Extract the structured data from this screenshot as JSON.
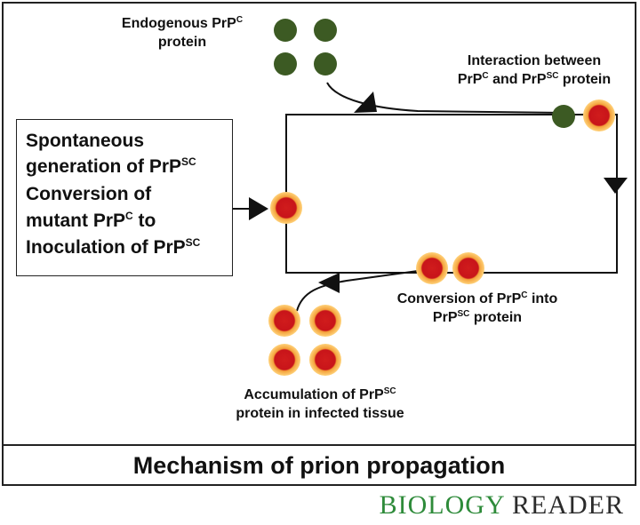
{
  "labels": {
    "endogenous_l1": "Endogenous PrP",
    "endogenous_sup": "C",
    "endogenous_l2": "protein",
    "interaction_l1": "Interaction between",
    "interaction_l2a": "PrP",
    "interaction_l2a_sup": "C",
    "interaction_l2b": " and PrP",
    "interaction_l2b_sup": "SC",
    "interaction_l2c": " protein",
    "conversion_l1a": "Conversion of PrP",
    "conversion_l1a_sup": "C",
    "conversion_l1b": " into",
    "conversion_l2a": "PrP",
    "conversion_l2a_sup": "SC",
    "conversion_l2b": " protein",
    "accumulation_l1a": "Accumulation of PrP",
    "accumulation_l1a_sup": "SC",
    "accumulation_l2": "protein in infected tissue"
  },
  "left_box": {
    "line1": "Spontaneous",
    "line2a": "generation of PrP",
    "line2_sup": "SC",
    "line3": "Conversion of",
    "line4a": "mutant PrP",
    "line4_sup": "C",
    "line4b": " to",
    "line5a": "Inoculation of PrP",
    "line5_sup": "SC"
  },
  "caption": "Mechanism of prion propagation",
  "brand": {
    "word1": "BIOLOGY",
    "word2": "READER"
  },
  "colors": {
    "normal_protein": "#3c5a23",
    "prion_core": "#c8141a",
    "prion_glow": "#f6a53a",
    "line": "#111111",
    "brand_green": "#2e8b3a"
  }
}
